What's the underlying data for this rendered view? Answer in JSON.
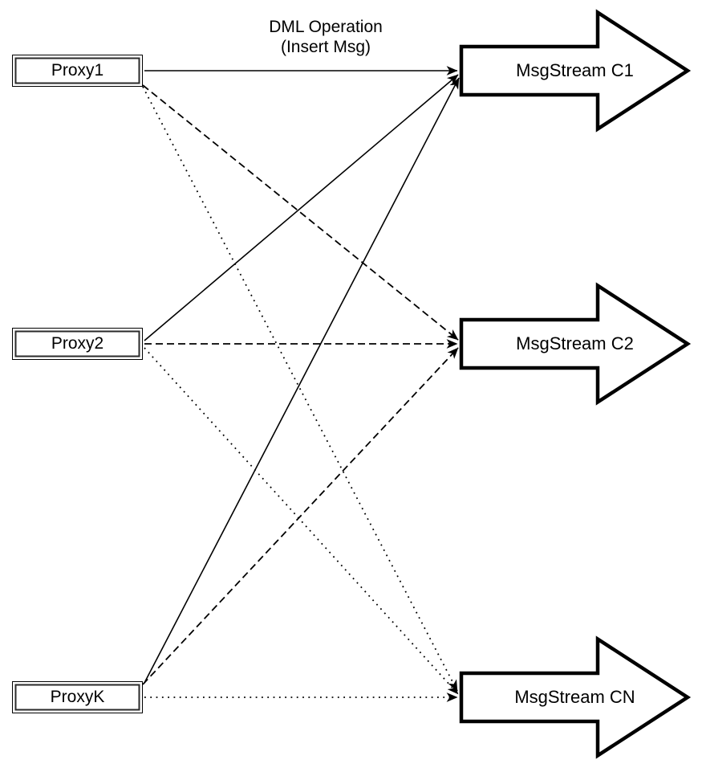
{
  "diagram": {
    "title": {
      "line1": "DML Operation",
      "line2": "(Insert Msg)"
    },
    "proxies": [
      {
        "label": "Proxy1"
      },
      {
        "label": "Proxy2"
      },
      {
        "label": "ProxyK"
      }
    ],
    "streams": [
      {
        "label": "MsgStream C1"
      },
      {
        "label": "MsgStream C2"
      },
      {
        "label": "MsgStream CN"
      }
    ],
    "edges": [
      {
        "from": "Proxy1",
        "to": "MsgStream C1",
        "style": "solid"
      },
      {
        "from": "Proxy2",
        "to": "MsgStream C1",
        "style": "solid"
      },
      {
        "from": "ProxyK",
        "to": "MsgStream C1",
        "style": "solid"
      },
      {
        "from": "Proxy1",
        "to": "MsgStream C2",
        "style": "dashed"
      },
      {
        "from": "Proxy2",
        "to": "MsgStream C2",
        "style": "dashed"
      },
      {
        "from": "ProxyK",
        "to": "MsgStream C2",
        "style": "dashed"
      },
      {
        "from": "Proxy1",
        "to": "MsgStream CN",
        "style": "dotted"
      },
      {
        "from": "Proxy2",
        "to": "MsgStream CN",
        "style": "dotted"
      },
      {
        "from": "ProxyK",
        "to": "MsgStream CN",
        "style": "dotted"
      }
    ],
    "colors": {
      "background": "#ffffff",
      "stroke": "#000000",
      "text": "#000000"
    }
  }
}
